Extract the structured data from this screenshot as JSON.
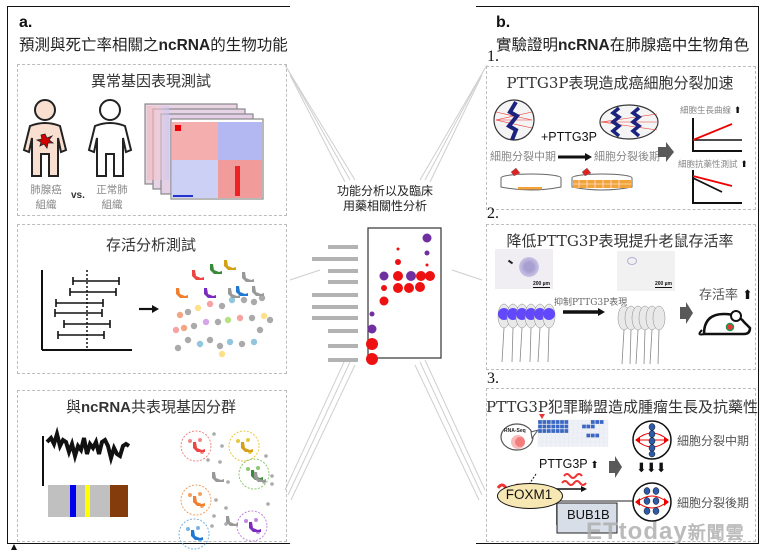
{
  "panel_a": {
    "letter": "a.",
    "title_pre": "預測與死亡率相關之",
    "title_bold": "ncRNA",
    "title_post": "的生物功能",
    "box1": {
      "title": "異常基因表現測試",
      "tumor_label_1": "肺腺癌",
      "tumor_label_2": "組織",
      "vs": "vs.",
      "normal_label_1": "正常肺",
      "normal_label_2": "組織"
    },
    "box2": {
      "title": "存活分析測試"
    },
    "box3": {
      "title_pre": "與",
      "title_bold": "ncRNA",
      "title_post": "共表現基因分群"
    }
  },
  "center": {
    "title_line1": "功能分析以及臨床",
    "title_line2": "用藥相關性分析",
    "colors": {
      "red": "#ee1111",
      "purple": "#7030a0",
      "bar": "#b3b3b3"
    }
  },
  "panel_b": {
    "letter": "b.",
    "title_pre": "實驗證明",
    "title_bold": "ncRNA",
    "title_post": "在肺腺癌中生物角色",
    "step1": {
      "number": "1.",
      "title": "PTTG3P表現造成癌細胞分裂加速",
      "treatment": "+PTTG3P",
      "metaphase": "細胞分裂中期",
      "anaphase": "細胞分裂後期",
      "growth_curve": "細胞生長曲線",
      "drug_resistance": "細胞抗藥性測試"
    },
    "step2": {
      "number": "2.",
      "title": "降低PTTG3P表現提升老鼠存活率",
      "scale_bar_1": "200 µm",
      "scale_bar_2": "200 µm",
      "inhibit_label": "抑制PTTG3P表現",
      "survival_label": "存活率"
    },
    "step3": {
      "number": "3.",
      "title": "PTTG3P犯罪聯盟造成腫瘤生長及抗藥性",
      "rnaseq": "RNA-Seq",
      "pttg3p": "PTTG3P",
      "foxm1": "FOXM1",
      "bub1b": "BUB1B",
      "metaphase": "細胞分裂中期",
      "anaphase": "細胞分裂後期"
    }
  },
  "watermark": {
    "brand": "ETtoday",
    "suffix": "新聞雲"
  }
}
